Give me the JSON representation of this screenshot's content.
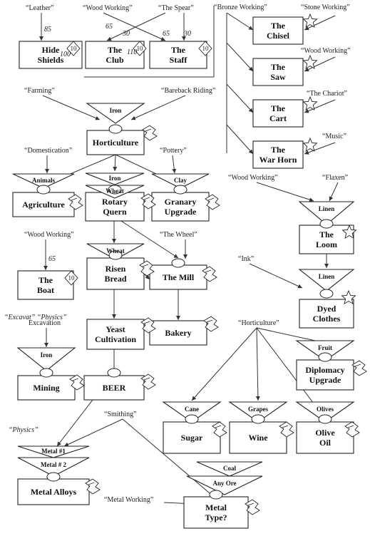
{
  "nodes": [
    {
      "id": "hide",
      "label": "Hide|Shields"
    },
    {
      "id": "club",
      "label": "The|Club"
    },
    {
      "id": "staff",
      "label": "The|Staff"
    },
    {
      "id": "chisel",
      "label": "The|Chisel"
    },
    {
      "id": "saw",
      "label": "The|Saw"
    },
    {
      "id": "cart",
      "label": "The|Cart"
    },
    {
      "id": "warhorn",
      "label": "The|War Horn"
    },
    {
      "id": "horti",
      "label": "Horticulture"
    },
    {
      "id": "agri",
      "label": "Agriculture"
    },
    {
      "id": "quern",
      "label": "Rotary|Quern"
    },
    {
      "id": "granary",
      "label": "Granary|Upgrade"
    },
    {
      "id": "loom",
      "label": "The|Loom"
    },
    {
      "id": "boat",
      "label": "The|Boat"
    },
    {
      "id": "risen",
      "label": "Risen|Bread"
    },
    {
      "id": "mill",
      "label": "The Mill"
    },
    {
      "id": "dyed",
      "label": "Dyed|Clothes"
    },
    {
      "id": "yeast",
      "label": "Yeast|Cultivation"
    },
    {
      "id": "bakery",
      "label": "Bakery"
    },
    {
      "id": "mining",
      "label": "Mining"
    },
    {
      "id": "beer",
      "label": "BEER"
    },
    {
      "id": "diplomacy",
      "label": "Diplomacy|Upgrade"
    },
    {
      "id": "sugar",
      "label": "Sugar"
    },
    {
      "id": "wine",
      "label": "Wine"
    },
    {
      "id": "olive",
      "label": "Olive|Oil"
    },
    {
      "id": "alloys",
      "label": "Metal Alloys"
    },
    {
      "id": "metaltype",
      "label": "Metal|Type?"
    }
  ],
  "triangles": [
    {
      "id": "t_iron1",
      "label": "Iron"
    },
    {
      "id": "t_animals",
      "label": "Animals"
    },
    {
      "id": "t_iron2",
      "label": "Iron"
    },
    {
      "id": "t_wheat1",
      "label": "Wheat"
    },
    {
      "id": "t_clay",
      "label": "Clay"
    },
    {
      "id": "t_linen1",
      "label": "Linen"
    },
    {
      "id": "t_wheat2",
      "label": "Wheat"
    },
    {
      "id": "t_linen2",
      "label": "Linen"
    },
    {
      "id": "t_iron3",
      "label": "Iron"
    },
    {
      "id": "t_fruit",
      "label": "Fruit"
    },
    {
      "id": "t_cane",
      "label": "Cane"
    },
    {
      "id": "t_grapes",
      "label": "Grapes"
    },
    {
      "id": "t_olives",
      "label": "Olives"
    },
    {
      "id": "t_metal1",
      "label": "Metal #1"
    },
    {
      "id": "t_metal2",
      "label": "Metal # 2"
    },
    {
      "id": "t_coal",
      "label": "Coal"
    },
    {
      "id": "t_anyore",
      "label": "Any Ore"
    }
  ],
  "sources": [
    {
      "id": "s_leather",
      "label": "“Leather”"
    },
    {
      "id": "s_woodworking1",
      "label": "“Wood Working”"
    },
    {
      "id": "s_spear",
      "label": "“The Spear”"
    },
    {
      "id": "s_bronze",
      "label": "“Bronze Working”"
    },
    {
      "id": "s_stone",
      "label": "“Stone Working”"
    },
    {
      "id": "s_woodworking2",
      "label": "“Wood Working”"
    },
    {
      "id": "s_chariot",
      "label": "“The Chariot”"
    },
    {
      "id": "s_music",
      "label": "“Music”"
    },
    {
      "id": "s_farming",
      "label": "“Farming”"
    },
    {
      "id": "s_bareback",
      "label": "“Bareback Riding”"
    },
    {
      "id": "s_domestication",
      "label": "“Domestication”"
    },
    {
      "id": "s_pottery",
      "label": "“Pottery”"
    },
    {
      "id": "s_woodworking3",
      "label": "“Wood Working”"
    },
    {
      "id": "s_flaxen",
      "label": "“Flaxen”"
    },
    {
      "id": "s_woodworking4",
      "label": "“Wood Working”"
    },
    {
      "id": "s_wheel",
      "label": "“The Wheel”"
    },
    {
      "id": "s_ink",
      "label": "“Ink”"
    },
    {
      "id": "s_horticulture",
      "label": "“Horticulture”"
    },
    {
      "id": "s_excavation",
      "label": "Excavation"
    },
    {
      "id": "s_smithing",
      "label": "“Smithing”"
    },
    {
      "id": "s_metalworking",
      "label": "“Metal Working”"
    }
  ],
  "handwritten": [
    {
      "id": "h_85",
      "label": "85"
    },
    {
      "id": "h_100",
      "label": "100"
    },
    {
      "id": "h_65a",
      "label": "65"
    },
    {
      "id": "h_30a",
      "label": "30"
    },
    {
      "id": "h_110",
      "label": "110"
    },
    {
      "id": "h_65b",
      "label": "65"
    },
    {
      "id": "h_30b",
      "label": "30"
    },
    {
      "id": "h_65c",
      "label": "65"
    },
    {
      "id": "h_excav_note",
      "label": "“Excavat” “Physics”"
    },
    {
      "id": "h_physics",
      "label": "“Physics”"
    }
  ],
  "badges": [
    {
      "id": "b_hide",
      "label": "10"
    },
    {
      "id": "b_club",
      "label": "10"
    },
    {
      "id": "b_staff",
      "label": "10"
    },
    {
      "id": "b_boat",
      "label": "10"
    }
  ]
}
